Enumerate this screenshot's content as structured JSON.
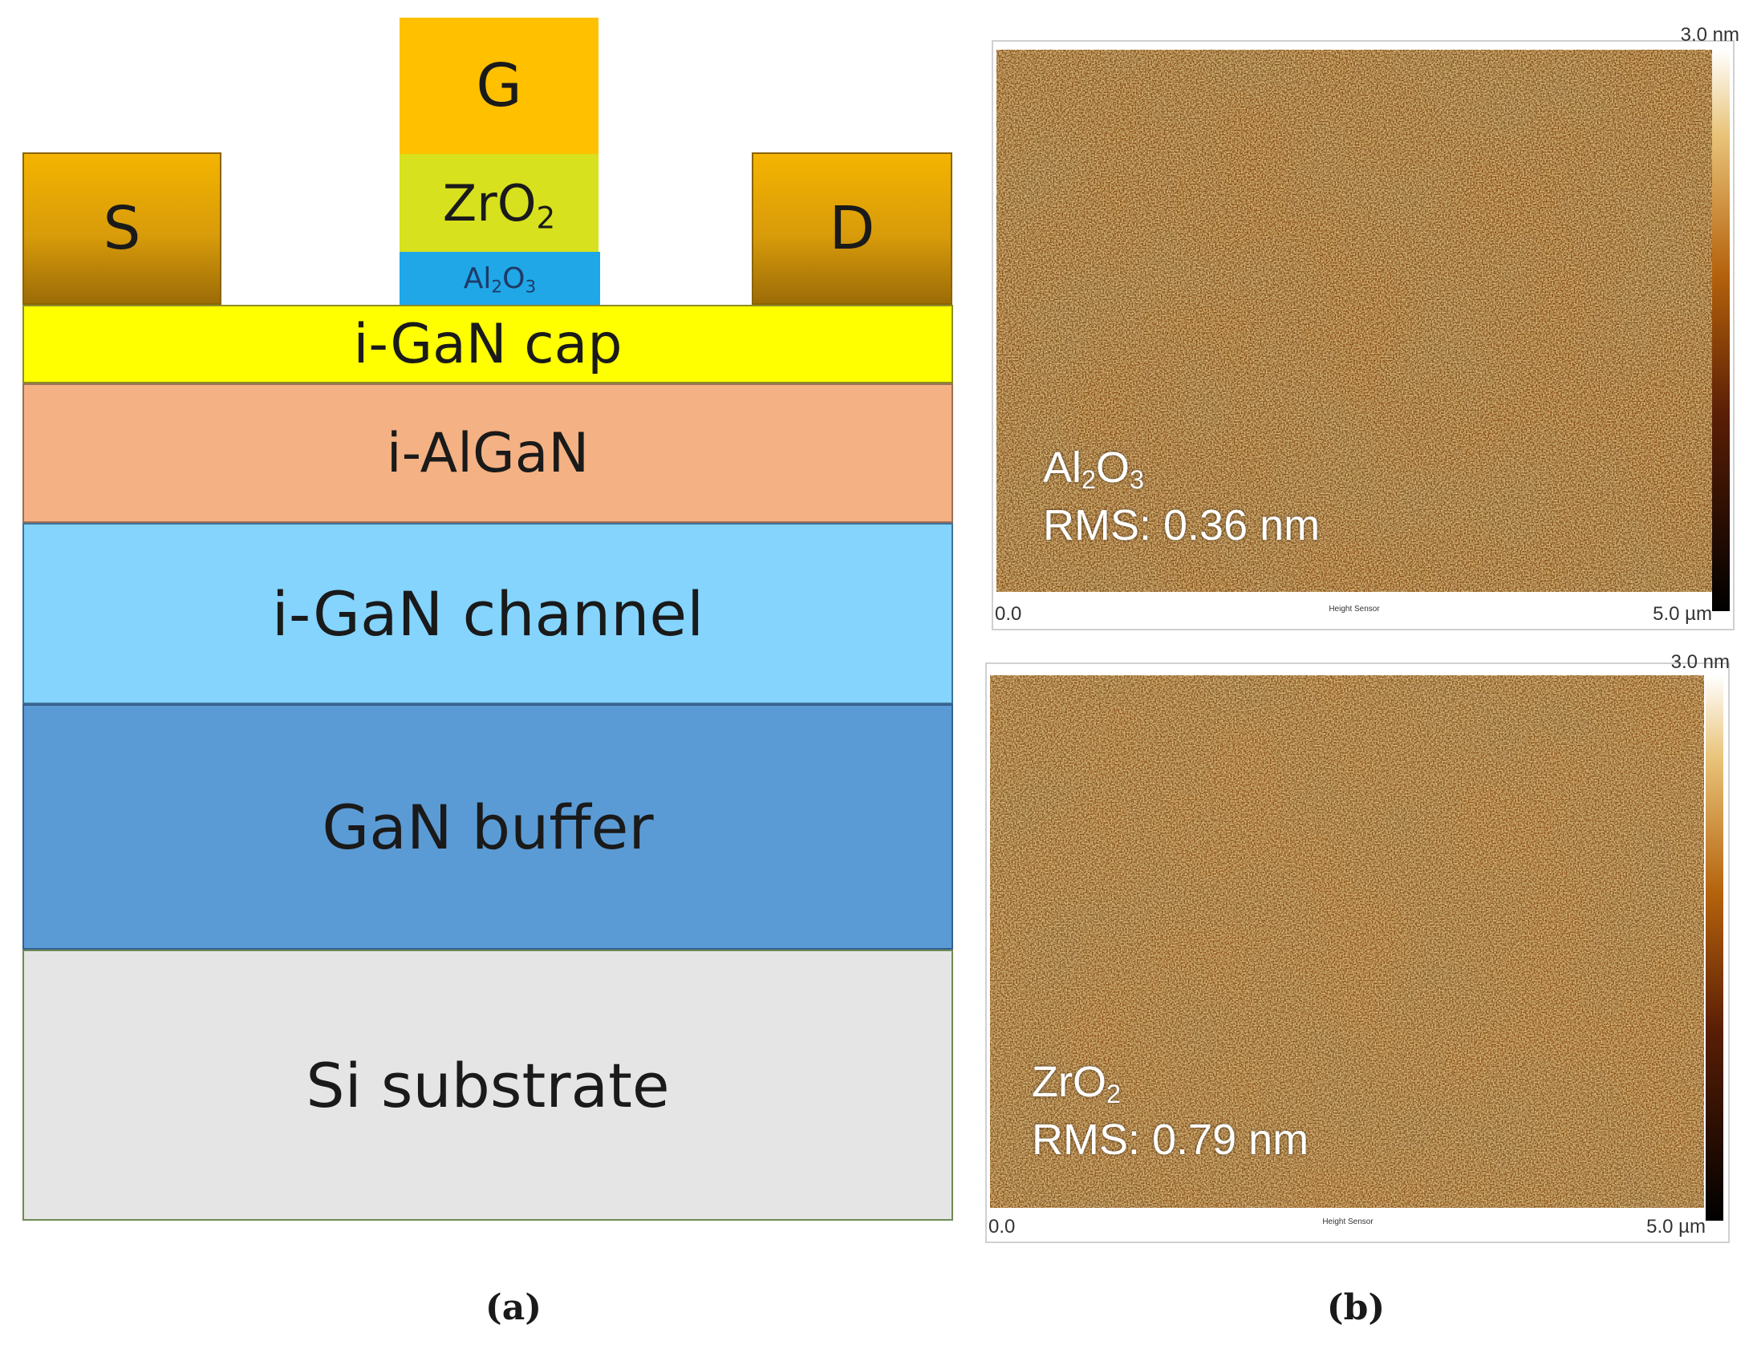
{
  "panel_a": {
    "contacts": {
      "source": "S",
      "gate": "G",
      "drain": "D"
    },
    "gate_stack": {
      "zro2_base": "ZrO",
      "zro2_sub": "2",
      "al2o3_a": "Al",
      "al2o3_sub1": "2",
      "al2o3_b": "O",
      "al2o3_sub2": "3"
    },
    "layers": [
      {
        "label": "i-GaN cap",
        "color": "#ffff00"
      },
      {
        "label": "i-AlGaN",
        "color": "#f4b183"
      },
      {
        "label": "i-GaN channel",
        "color": "#84d4fd"
      },
      {
        "label": "GaN buffer",
        "color": "#5b9bd5"
      },
      {
        "label": "Si substrate",
        "color": "#e5e5e5"
      }
    ],
    "caption": "(a)"
  },
  "panel_b": {
    "top": {
      "scale_max": "3.0 nm",
      "axis_start": "0.0",
      "axis_end": "5.0 µm",
      "sensor_label": "Height Sensor",
      "film_base": "Al",
      "film_sub1": "2",
      "film_mid": "O",
      "film_sub2": "3",
      "rms": "RMS: 0.36 nm"
    },
    "bottom": {
      "scale_max": "3.0 nm",
      "axis_start": "0.0",
      "axis_end": "5.0 µm",
      "sensor_label": "Height Sensor",
      "film_base": "ZrO",
      "film_sub1": "2",
      "rms": "RMS: 0.79 nm"
    },
    "caption": "(b)"
  },
  "colors": {
    "gate_metal": "#ffc000",
    "zro2": "#d7e11d",
    "al2o3": "#1fa7e8",
    "afm_brown": "#8a4d0f"
  }
}
